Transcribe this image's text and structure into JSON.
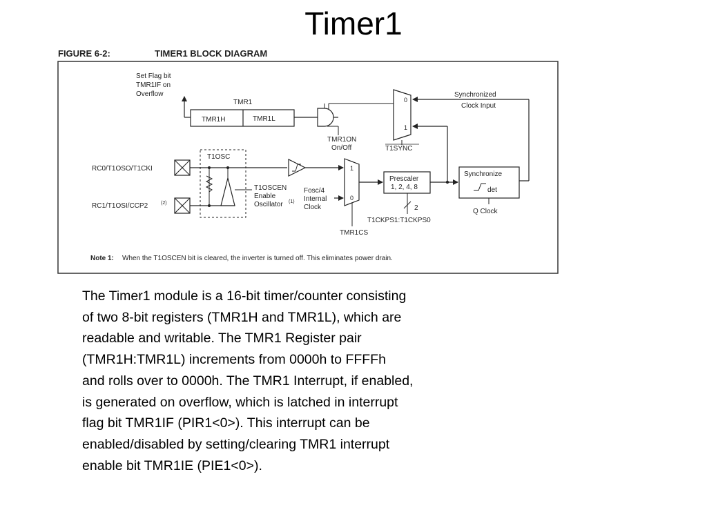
{
  "slide_title": "Timer1",
  "figure": {
    "number": "FIGURE 6-2:",
    "title": "TIMER1 BLOCK DIAGRAM",
    "flag_lines": [
      "Set Flag bit",
      "TMR1IF on",
      "Overflow"
    ],
    "tmr1_label": "TMR1",
    "tmr1h_label": "TMR1H",
    "tmr1l_label": "TMR1L",
    "tmr1on_lines": [
      "TMR1ON",
      "On/Off"
    ],
    "mux1_in0": "0",
    "mux1_in1": "1",
    "t1sync_label": "T1SYNC",
    "sync_clock_lines": [
      "Synchronized",
      "Clock Input"
    ],
    "t1osc_label": "T1OSC",
    "pin_rc0": "RC0/T1OSO/T1CKI",
    "pin_rc1": "RC1/T1OSI/CCP2",
    "pin_rc1_sup": "(2)",
    "t1oscen_lines": [
      "T1OSCEN",
      "Enable",
      "Oscillator"
    ],
    "t1oscen_sup": "(1)",
    "fosc_lines": [
      "Fosc/4",
      "Internal",
      "Clock"
    ],
    "mux2_in1": "1",
    "mux2_in0": "0",
    "tmr1cs_label": "TMR1CS",
    "prescaler_lines": [
      "Prescaler",
      "1, 2, 4, 8"
    ],
    "prescaler_bits": "2",
    "t1ckps_label": "T1CKPS1:T1CKPS0",
    "synchronize_label": "Synchronize",
    "det_label": "det",
    "qclock_label": "Q Clock",
    "note_label": "Note 1:",
    "note_text": "When the T1OSCEN bit is cleared, the inverter is turned off. This eliminates power drain."
  },
  "body_lines": [
    "The Timer1 module is a 16-bit timer/counter consisting",
    "of two 8-bit registers (TMR1H and TMR1L), which are",
    "readable and writable. The TMR1 Register pair",
    "(TMR1H:TMR1L) increments from 0000h to FFFFh",
    "and rolls over to 0000h. The TMR1 Interrupt, if enabled,",
    "is generated on overflow, which is latched in interrupt",
    "flag bit TMR1IF (PIR1<0>). This interrupt can be",
    "enabled/disabled by setting/clearing TMR1 interrupt",
    "enable bit TMR1IE (PIE1<0>)."
  ]
}
